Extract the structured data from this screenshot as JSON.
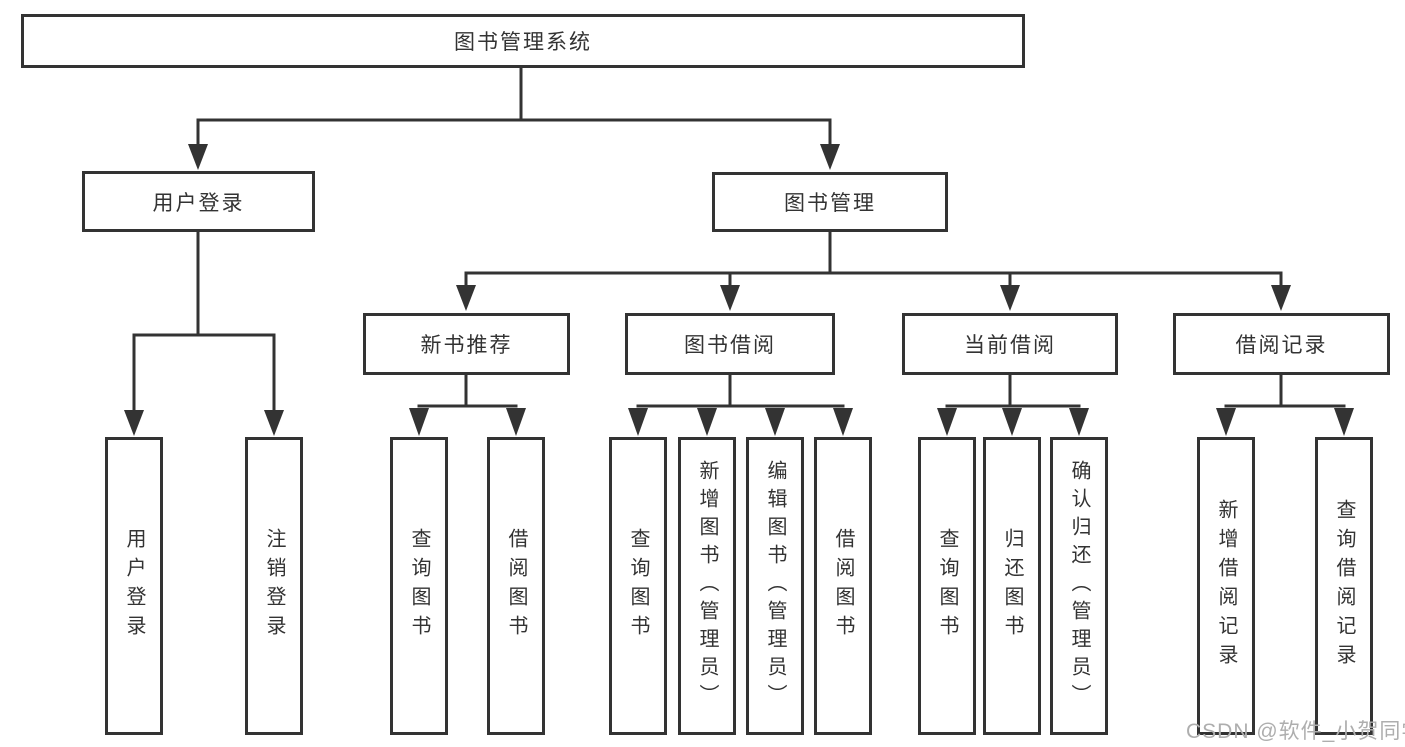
{
  "watermark": {
    "text": "CSDN @软件_小贺同学"
  },
  "colors": {
    "line": "#333333",
    "text": "#333333",
    "background": "#ffffff",
    "watermark": "#aeaeae"
  },
  "tree": {
    "label": "图书管理系统",
    "children": [
      {
        "label": "用户登录",
        "children": [
          {
            "label": "用户登录"
          },
          {
            "label": "注销登录"
          }
        ]
      },
      {
        "label": "图书管理",
        "children": [
          {
            "label": "新书推荐",
            "children": [
              {
                "label": "查询图书"
              },
              {
                "label": "借阅图书"
              }
            ]
          },
          {
            "label": "图书借阅",
            "children": [
              {
                "label": "查询图书"
              },
              {
                "label": "新增图书（管理员）"
              },
              {
                "label": "编辑图书（管理员）"
              },
              {
                "label": "借阅图书"
              }
            ]
          },
          {
            "label": "当前借阅",
            "children": [
              {
                "label": "查询图书"
              },
              {
                "label": "归还图书"
              },
              {
                "label": "确认归还（管理员）"
              }
            ]
          },
          {
            "label": "借阅记录",
            "children": [
              {
                "label": "新增借阅记录"
              },
              {
                "label": "查询借阅记录"
              }
            ]
          }
        ]
      }
    ]
  }
}
